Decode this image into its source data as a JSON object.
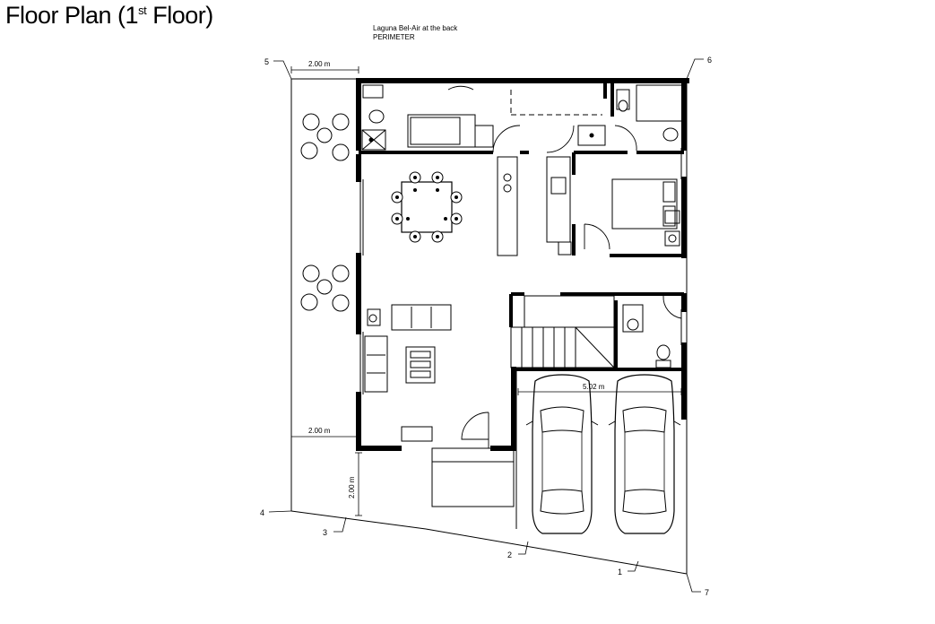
{
  "title": {
    "prefix": "Floor Plan (1",
    "superscript": "st",
    "suffix": " Floor)"
  },
  "note": {
    "line1": "Laguna Bel-Air at the back",
    "line2": "PERIMETER"
  },
  "dimensions": {
    "top_left": "2.00 m",
    "mid_left": "2.00 m",
    "front_vertical": "2.00 m",
    "garage_width": "5.02 m"
  },
  "points": [
    "1",
    "2",
    "3",
    "4",
    "5",
    "6",
    "7"
  ]
}
